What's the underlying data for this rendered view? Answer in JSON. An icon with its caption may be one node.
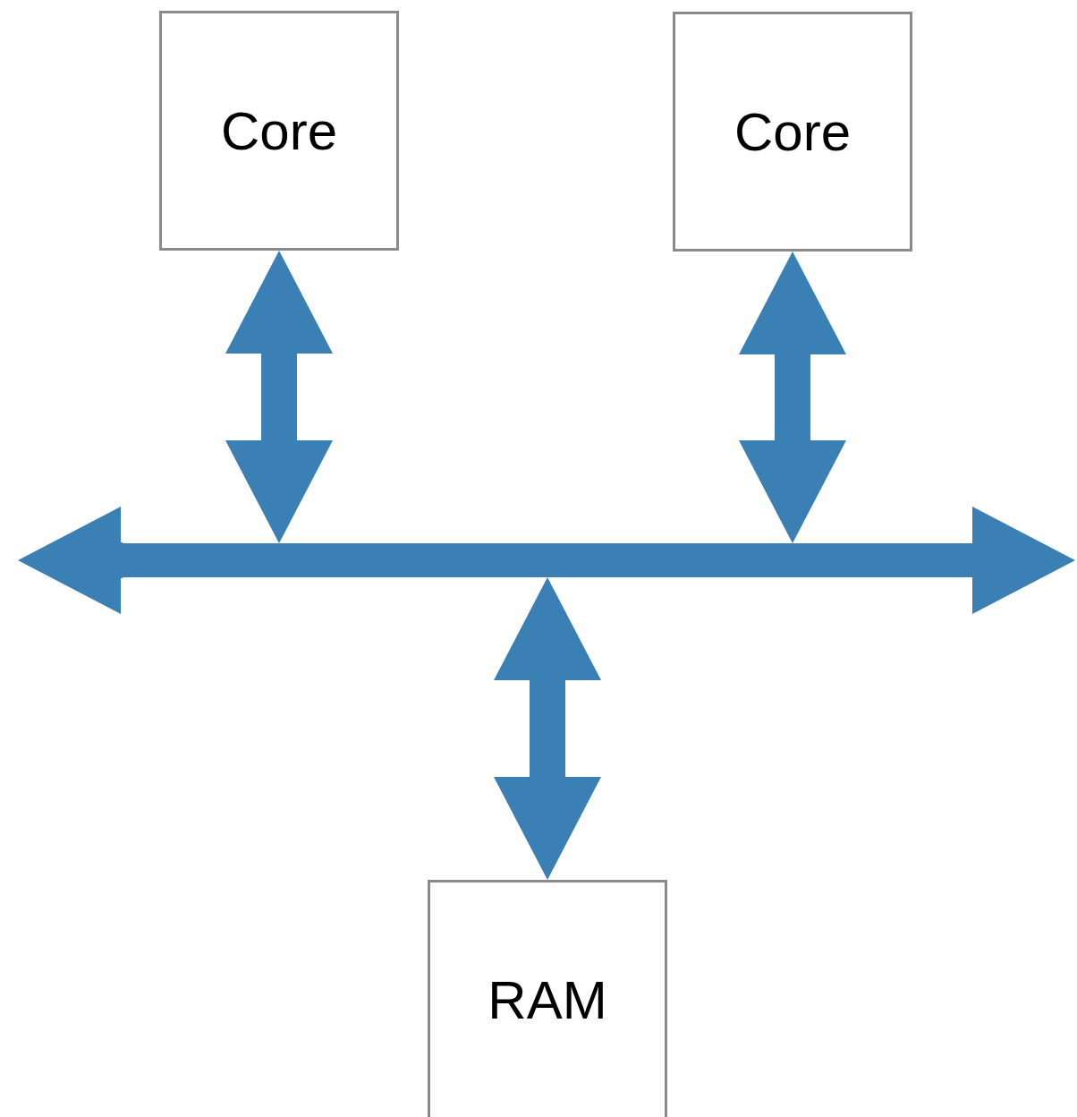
{
  "diagram": {
    "nodes": [
      {
        "text": [
          "Core"
        ]
      },
      {
        "text": [
          "Core"
        ]
      },
      {
        "text": [
          "RAM"
        ]
      },
      {
        "text": [],
        "shape": "bar"
      }
    ],
    "edges": [
      {
        "from": 0,
        "to": 3,
        "arrow": "both"
      },
      {
        "from": 1,
        "to": 3,
        "arrow": "both"
      },
      {
        "from": 3,
        "to": 2,
        "arrow": "both"
      },
      {
        "from": 3,
        "to": null,
        "arrow": "to"
      },
      {
        "from": 3,
        "to": null,
        "arrow": "to"
      }
    ]
  }
}
